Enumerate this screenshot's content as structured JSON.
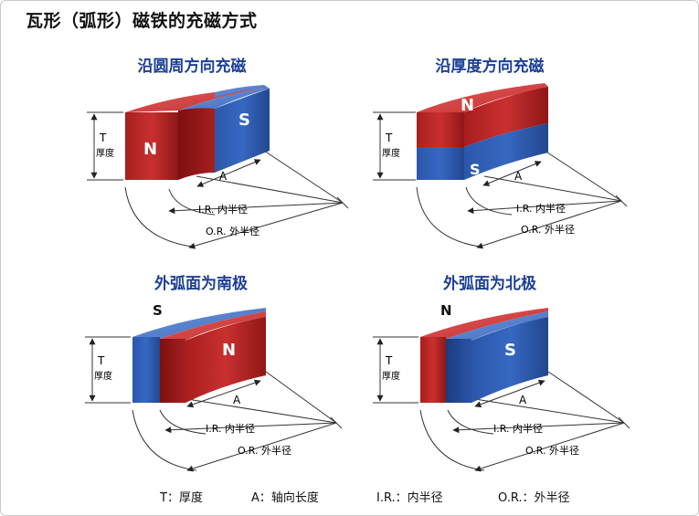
{
  "title": "瓦形（弧形）磁铁的充磁方式",
  "panels": [
    {
      "title": "沿圆周方向充磁",
      "labels": {
        "left": "N",
        "right": "S",
        "t": "T",
        "thickness": "厚度",
        "a": "A",
        "ir": "I.R. 内半径",
        "or": "O.R. 外半径"
      }
    },
    {
      "title": "沿厚度方向充磁",
      "labels": {
        "top": "N",
        "bottom": "S",
        "t": "T",
        "thickness": "厚度",
        "a": "A",
        "ir": "I.R. 内半径",
        "or": "O.R. 外半径"
      }
    },
    {
      "title": "外弧面为南极",
      "labels": {
        "top": "S",
        "front": "N",
        "t": "T",
        "thickness": "厚度",
        "a": "A",
        "ir": "I.R. 内半径",
        "or": "O.R. 外半径"
      }
    },
    {
      "title": "外弧面为北极",
      "labels": {
        "top": "N",
        "front": "S",
        "t": "T",
        "thickness": "厚度",
        "a": "A",
        "ir": "I.R. 内半径",
        "or": "O.R. 外半径"
      }
    }
  ],
  "legend": {
    "t": "T：厚度",
    "a": "A：轴向长度",
    "ir": "I.R.：内半径",
    "or": "O.R.：外半径"
  },
  "colors": {
    "red": "#c62a2a",
    "blue": "#2d5fb5",
    "title_blue": "#1d3f95"
  }
}
